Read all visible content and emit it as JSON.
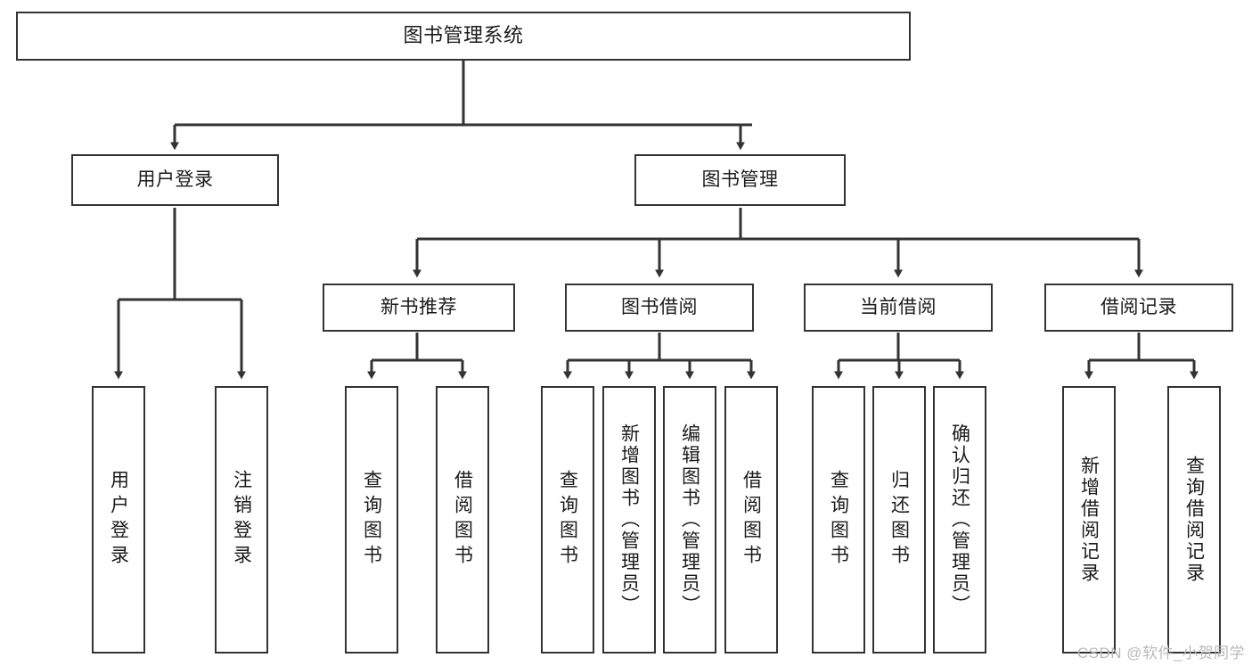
{
  "diagram": {
    "title": "图书管理系统",
    "type": "tree-hierarchy-diagram",
    "colors": {
      "stroke": "#333333",
      "fill": "#ffffff",
      "text": "#1b1b1b",
      "watermark": "#b9b9b9"
    },
    "nodes": {
      "root": {
        "label": "图书管理系统"
      },
      "level1": [
        {
          "label": "用户登录"
        },
        {
          "label": "图书管理"
        }
      ],
      "level2": [
        {
          "label": "新书推荐"
        },
        {
          "label": "图书借阅"
        },
        {
          "label": "当前借阅"
        },
        {
          "label": "借阅记录"
        }
      ],
      "leaves": {
        "user_login": [
          {
            "label": "用户登录"
          },
          {
            "label": "注销登录"
          }
        ],
        "new_book": [
          {
            "label": "查询图书"
          },
          {
            "label": "借阅图书"
          }
        ],
        "book_borrow": [
          {
            "label": "查询图书"
          },
          {
            "label": "新增图书（管理员）"
          },
          {
            "label": "编辑图书（管理员）"
          },
          {
            "label": "借阅图书"
          }
        ],
        "current_borrow": [
          {
            "label": "查询图书"
          },
          {
            "label": "归还图书"
          },
          {
            "label": "确认归还（管理员）"
          }
        ],
        "borrow_record": [
          {
            "label": "新增借阅记录"
          },
          {
            "label": "查询借阅记录"
          }
        ]
      }
    }
  },
  "watermark": {
    "text": "CSDN @软件_小贺同学"
  }
}
